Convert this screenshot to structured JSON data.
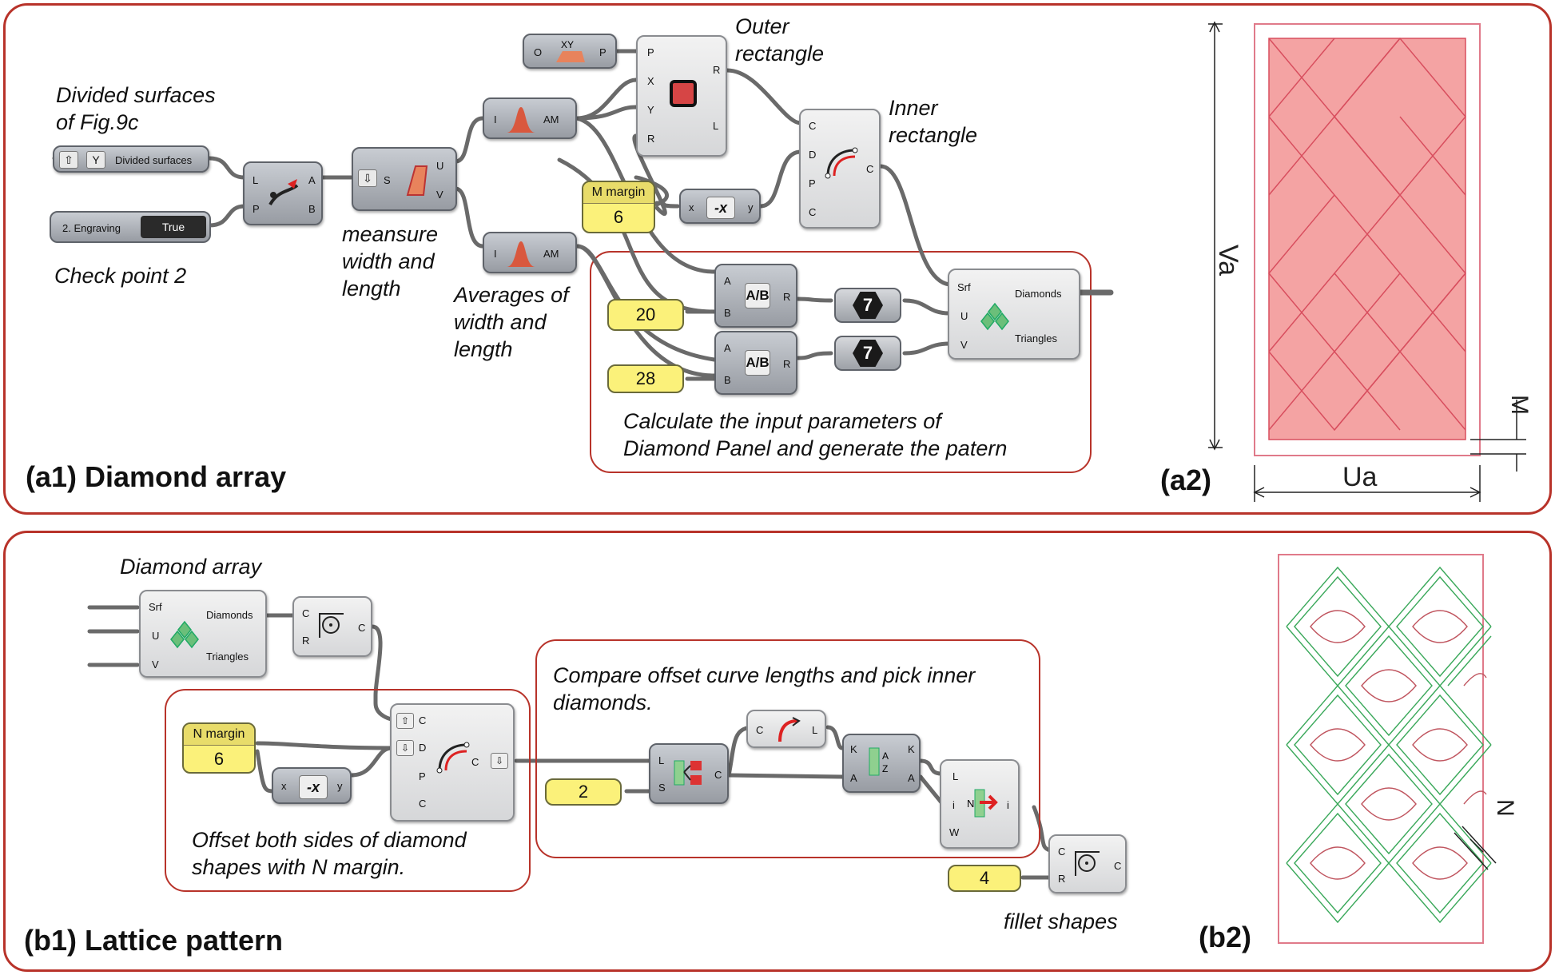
{
  "panel_a": {
    "title": "(a1) Diamond array",
    "label_a2": "(a2)",
    "notes": {
      "divided_1": "Divided surfaces",
      "divided_2": "of Fig.9c",
      "check": "Check point 2",
      "measure_1": "meansure",
      "measure_2": "width and",
      "measure_3": "length",
      "avg_1": "Averages of",
      "avg_2": "width and",
      "avg_3": "length",
      "outer_1": "Outer",
      "outer_2": "rectangle",
      "inner_1": "Inner",
      "inner_2": "rectangle",
      "calc_1": "Calculate the input parameters of",
      "calc_2": "Diamond Panel and generate the patern"
    },
    "components": {
      "divided_surfaces": "Divided surfaces",
      "engraving": "2. Engraving",
      "engraving_value": "True",
      "m_margin_label": "M margin",
      "m_margin_value": "6",
      "slider_20": "20",
      "slider_28": "28",
      "seven_1": "7",
      "seven_2": "7",
      "diamonds": "Diamonds",
      "triangles": "Triangles"
    },
    "dims": {
      "va": "Va",
      "ua": "Ua",
      "m": "M"
    }
  },
  "panel_b": {
    "title": "(b1) Lattice pattern",
    "label_b2": "(b2)",
    "notes": {
      "diamond_array": "Diamond array",
      "compare_1": "Compare offset curve lengths and pick inner",
      "compare_2": "diamonds.",
      "offset_1": "Offset both sides of diamond",
      "offset_2": "shapes with N margin.",
      "fillet": "fillet shapes"
    },
    "components": {
      "diamonds": "Diamonds",
      "triangles": "Triangles",
      "n_margin_label": "N margin",
      "n_margin_value": "6",
      "slider_2": "2",
      "slider_4": "4"
    },
    "dims": {
      "n": "N"
    }
  },
  "colors": {
    "frame": "#b8332a",
    "slider": "#fbf17a",
    "pattern_fill": "#f4a3a3",
    "lattice_green": "#3aa85a"
  }
}
